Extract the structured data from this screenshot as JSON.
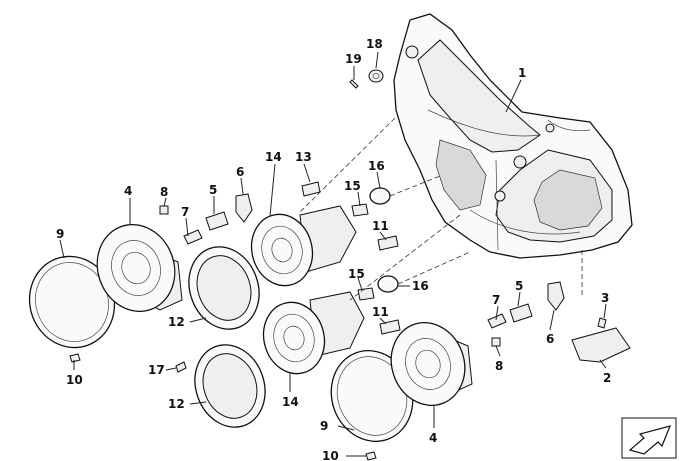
{
  "labels": {
    "p1": "1",
    "p2": "2",
    "p3": "3",
    "p4a": "4",
    "p4b": "4",
    "p5a": "5",
    "p5b": "5",
    "p6a": "6",
    "p6b": "6",
    "p7a": "7",
    "p7b": "7",
    "p8a": "8",
    "p8b": "8",
    "p9a": "9",
    "p9b": "9",
    "p10a": "10",
    "p10b": "10",
    "p11a": "11",
    "p11b": "11",
    "p12a": "12",
    "p12b": "12",
    "p13": "13",
    "p14a": "14",
    "p14b": "14",
    "p15a": "15",
    "p15b": "15",
    "p16a": "16",
    "p16b": "16",
    "p17": "17",
    "p18": "18",
    "p19": "19"
  },
  "icons": {
    "corner": "arrow-icon"
  }
}
